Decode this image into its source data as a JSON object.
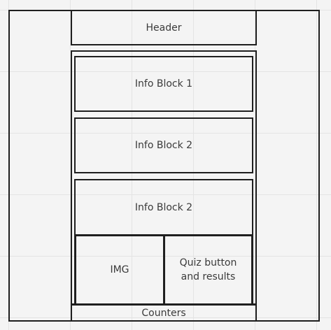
{
  "diagram": {
    "header_label": "Header",
    "info_block_1_label": "Info Block 1",
    "info_block_2_label": "Info Block 2",
    "info_block_3_label": "Info Block 2",
    "img_label": "IMG",
    "quiz_label": "Quiz button and results",
    "counters_label": "Counters"
  },
  "colors": {
    "background": "#f4f4f4",
    "grid_line": "#e4e4e4",
    "stroke": "#1f1f1f",
    "text": "#3a3a3a"
  }
}
